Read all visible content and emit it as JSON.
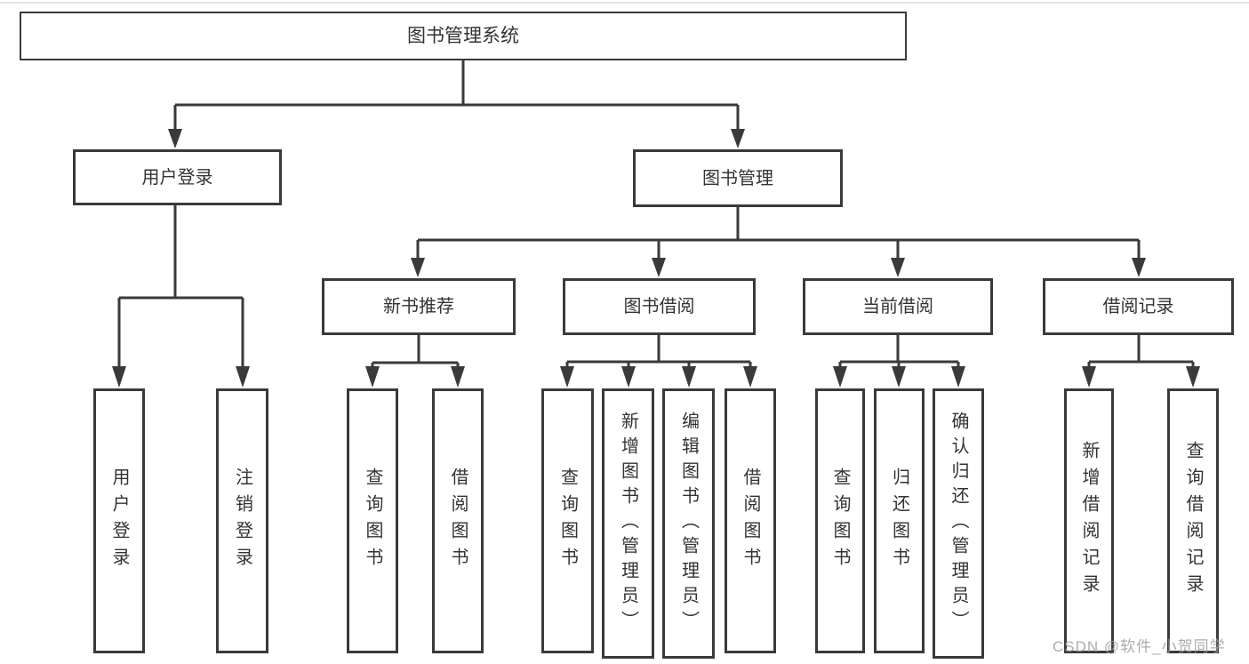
{
  "diagram": {
    "title_node": {
      "label": "图书管理系统"
    },
    "login": {
      "label": "用户登录",
      "children": [
        {
          "label": "用户登录"
        },
        {
          "label": "注销登录"
        }
      ]
    },
    "management": {
      "label": "图书管理",
      "groups": [
        {
          "label": "新书推荐",
          "children": [
            {
              "label": "查询图书"
            },
            {
              "label": "借阅图书"
            }
          ]
        },
        {
          "label": "图书借阅",
          "children": [
            {
              "label": "查询图书"
            },
            {
              "label": "新增图书（管理员）"
            },
            {
              "label": "编辑图书（管理员）"
            },
            {
              "label": "借阅图书"
            }
          ]
        },
        {
          "label": "当前借阅",
          "children": [
            {
              "label": "查询图书"
            },
            {
              "label": "归还图书"
            },
            {
              "label": "确认归还（管理员）"
            }
          ]
        },
        {
          "label": "借阅记录",
          "children": [
            {
              "label": "新增借阅记录"
            },
            {
              "label": "查询借阅记录"
            }
          ]
        }
      ]
    },
    "colors": {
      "line": "#3a3a3a",
      "box_border": "#3a3a3a",
      "text": "#333333",
      "background": "#ffffff",
      "watermark": "#9e9e9e"
    }
  },
  "watermark": {
    "text": "CSDN @软件_小贺同学"
  }
}
